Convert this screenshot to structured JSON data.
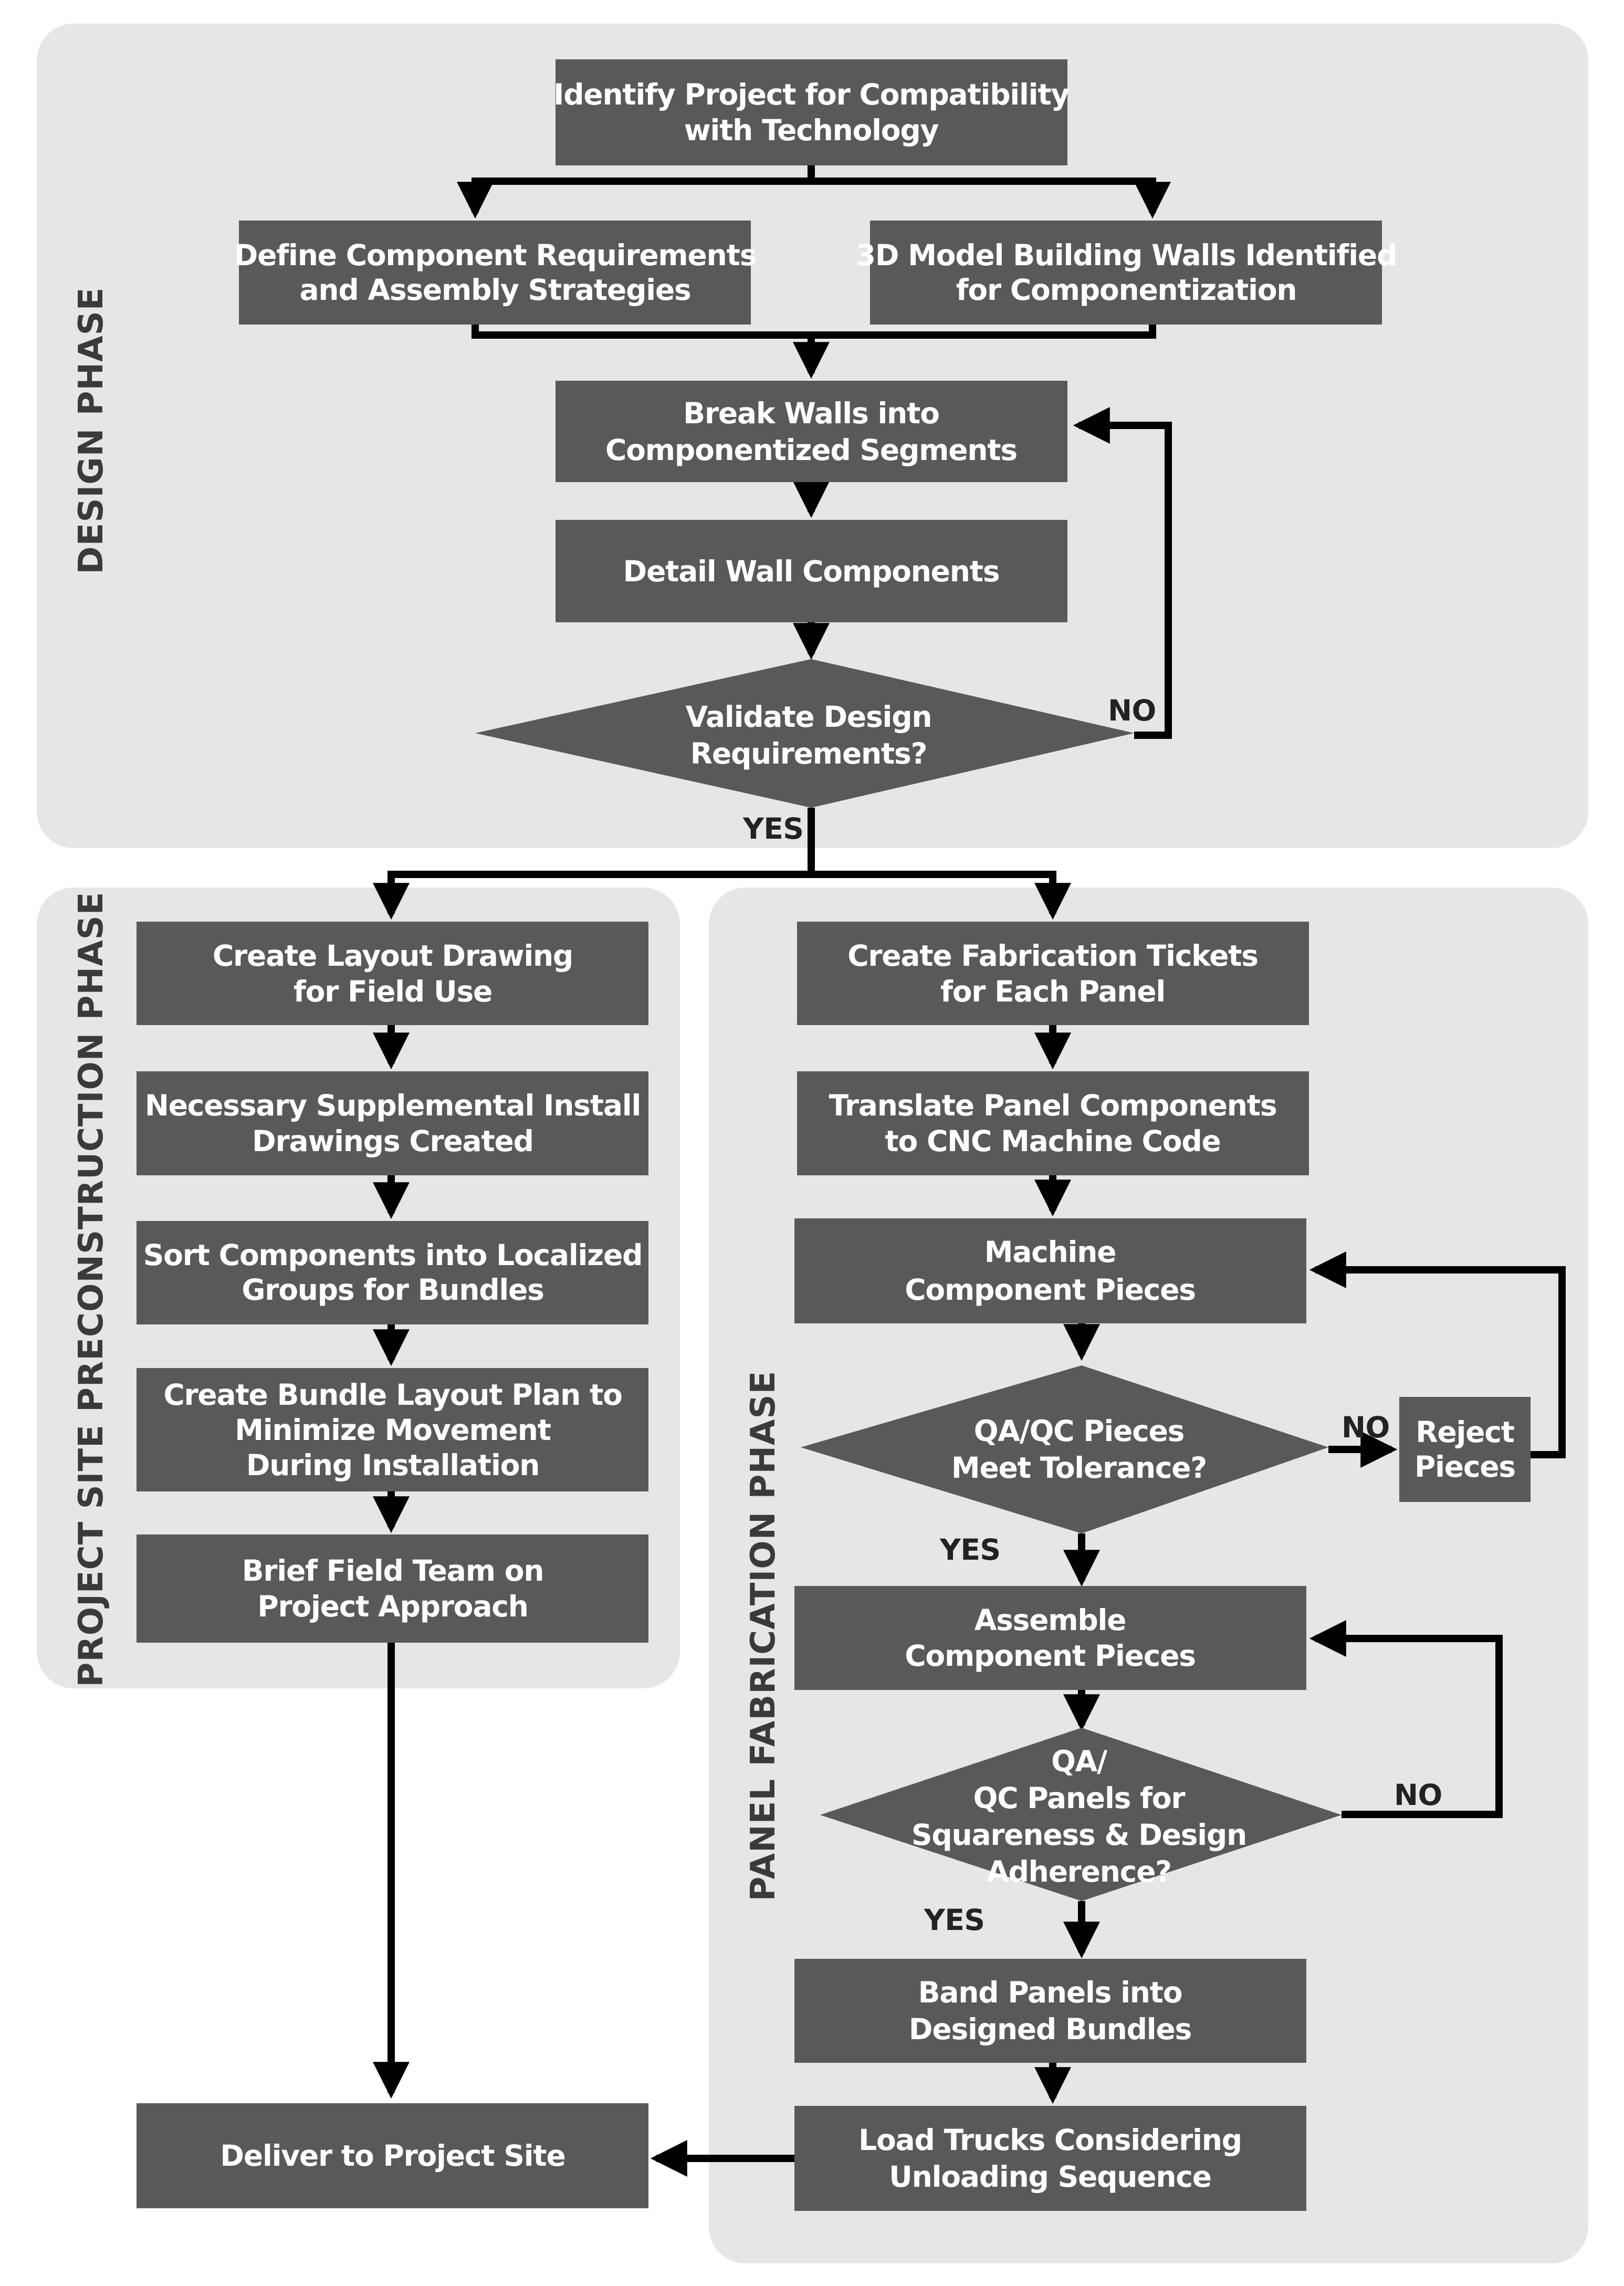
{
  "phases": {
    "design": "DESIGN PHASE",
    "preconstruction": "PROJECT SITE PRECONSTRUCTION PHASE",
    "fabrication": "PANEL FABRICATION PHASE"
  },
  "labels": {
    "no": "NO",
    "yes": "YES"
  },
  "nodes": {
    "identify": [
      "Identify Project for Compatibility",
      "with Technology"
    ],
    "define": [
      "Define Component Requirements",
      "and Assembly Strategies"
    ],
    "model3d": [
      "3D Model Building Walls Identified",
      "for Componentization"
    ],
    "break_walls": [
      "Break Walls into",
      "Componentized Segments"
    ],
    "detail": [
      "Detail Wall Components"
    ],
    "validate": [
      "Validate Design",
      "Requirements?"
    ],
    "layout_drawing": [
      "Create Layout Drawing",
      "for Field Use"
    ],
    "supplemental": [
      "Necessary Supplemental Install",
      "Drawings Created"
    ],
    "sort_components": [
      "Sort Components into Localized",
      "Groups for Bundles"
    ],
    "bundle_plan": [
      "Create Bundle Layout Plan to",
      "Minimize Movement",
      "During Installation"
    ],
    "brief_team": [
      "Brief Field Team on",
      "Project Approach"
    ],
    "deliver": [
      "Deliver to Project Site"
    ],
    "fab_tickets": [
      "Create Fabrication Tickets",
      "for Each Panel"
    ],
    "translate": [
      "Translate Panel Components",
      "to CNC Machine Code"
    ],
    "machine": [
      "Machine",
      "Component Pieces"
    ],
    "qa_pieces": [
      "QA/QC Pieces",
      "Meet Tolerance?"
    ],
    "reject": [
      "Reject",
      "Pieces"
    ],
    "assemble": [
      "Assemble",
      "Component Pieces"
    ],
    "qa_panels": [
      "QA/",
      "QC Panels for",
      "Squareness & Design",
      "Adherence?"
    ],
    "band": [
      "Band Panels into",
      "Designed Bundles"
    ],
    "load": [
      "Load Trucks Considering",
      "Unloading Sequence"
    ]
  }
}
